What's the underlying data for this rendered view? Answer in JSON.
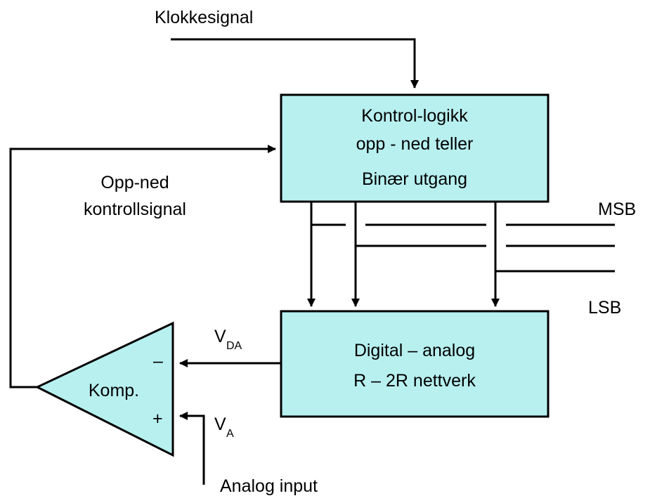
{
  "colors": {
    "block_fill": "#b8f0f0",
    "line": "#000000",
    "background": "#ffffff"
  },
  "labels": {
    "clock": "Klokkesignal",
    "control_block": {
      "line1": "Kontrol-logikk",
      "line2": "opp - ned teller",
      "line3": "Binær utgang"
    },
    "updown": {
      "line1": "Opp-ned",
      "line2": "kontrollsignal"
    },
    "msb": "MSB",
    "lsb": "LSB",
    "dac_block": {
      "line1": "Digital – analog",
      "line2": "R – 2R nettverk"
    },
    "comparator": "Komp.",
    "minus": "–",
    "plus": "+",
    "vda": {
      "main": "V",
      "sub": "DA"
    },
    "va": {
      "main": "V",
      "sub": "A"
    },
    "analog_input": "Analog input"
  }
}
